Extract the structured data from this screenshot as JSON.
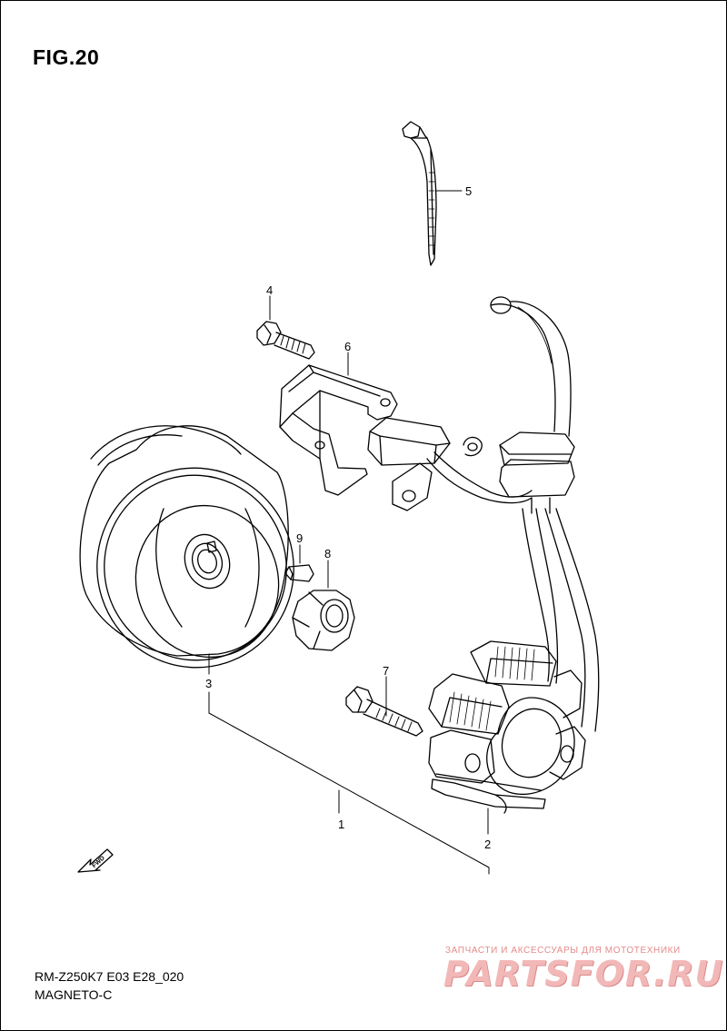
{
  "figure": {
    "title": "FIG.20",
    "model_code": "RM-Z250K7 E03 E28_020",
    "group_name": "MAGNETO-C"
  },
  "callouts": [
    "1",
    "2",
    "3",
    "4",
    "5",
    "6",
    "7",
    "8",
    "9"
  ],
  "fwd_label": "FWD",
  "watermark": {
    "tagline": "ЗАПЧАСТИ И АКСЕССУАРЫ ДЛЯ МОТОТЕХНИКИ",
    "logo": "PARTSFOR.RU"
  },
  "colors": {
    "line": "#000000",
    "watermark": "#f2b8b8"
  }
}
